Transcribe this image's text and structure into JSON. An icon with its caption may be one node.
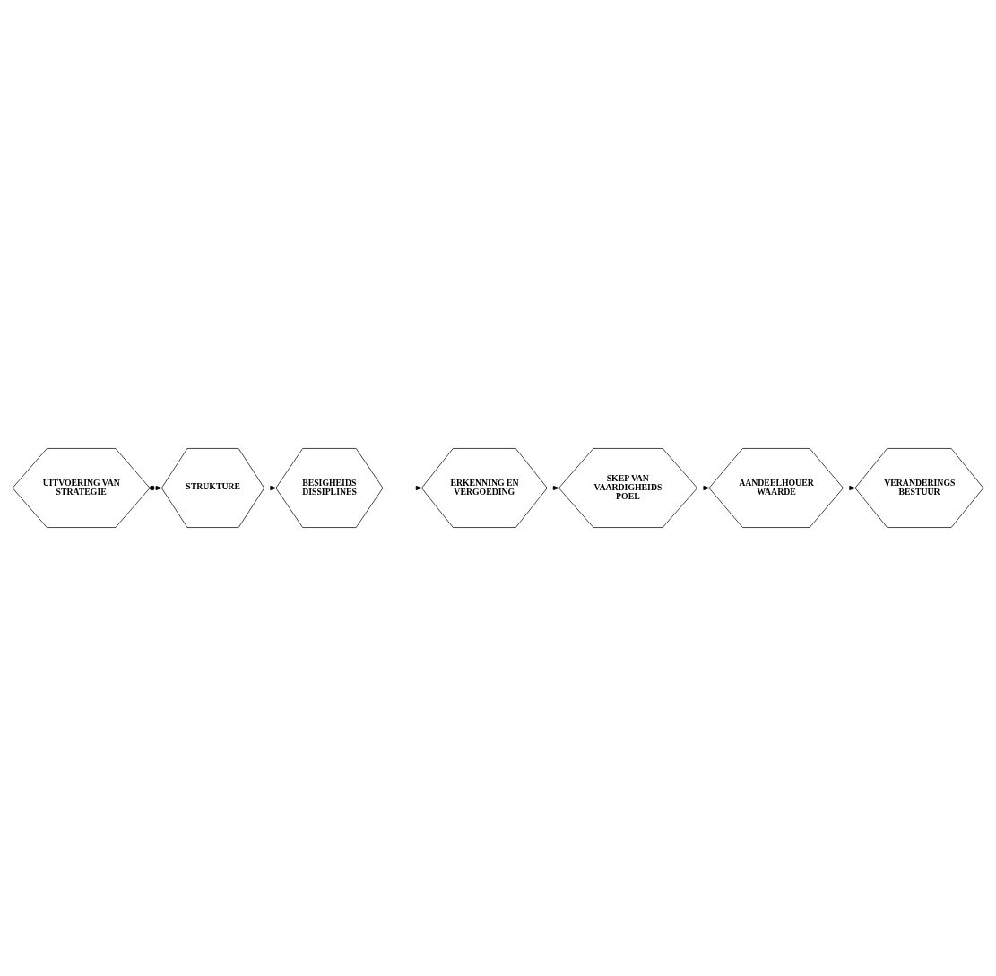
{
  "diagram": {
    "nodes": [
      {
        "text": [
          "ERKENNING EN VERGOEDING"
        ]
      },
      {
        "text": [
          "BESIGHEIDS DISSIPLINES"
        ]
      },
      {
        "text": [
          "SKEP VAN VAARDIGHEIDS POEL"
        ]
      },
      {
        "text": [
          "VERANDERINGS BESTUUR"
        ]
      },
      {
        "text": [
          "STRUKTURE"
        ]
      },
      {
        "text": [
          "AANDEELHOUER WAARDE"
        ]
      },
      {
        "text": [
          "UITVOERING VAN STRATEGIE"
        ]
      }
    ],
    "edges": [
      {
        "from": 1,
        "to": 0,
        "arrow": "to"
      },
      {
        "from": 0,
        "to": 2,
        "arrow": "to"
      },
      {
        "from": 2,
        "to": 5,
        "arrow": "to"
      },
      {
        "from": 5,
        "to": 3,
        "arrow": "to"
      },
      {
        "from": 6,
        "to": 4,
        "arrow": "to"
      },
      {
        "from": 4,
        "to": 1,
        "arrow": "to"
      }
    ]
  }
}
